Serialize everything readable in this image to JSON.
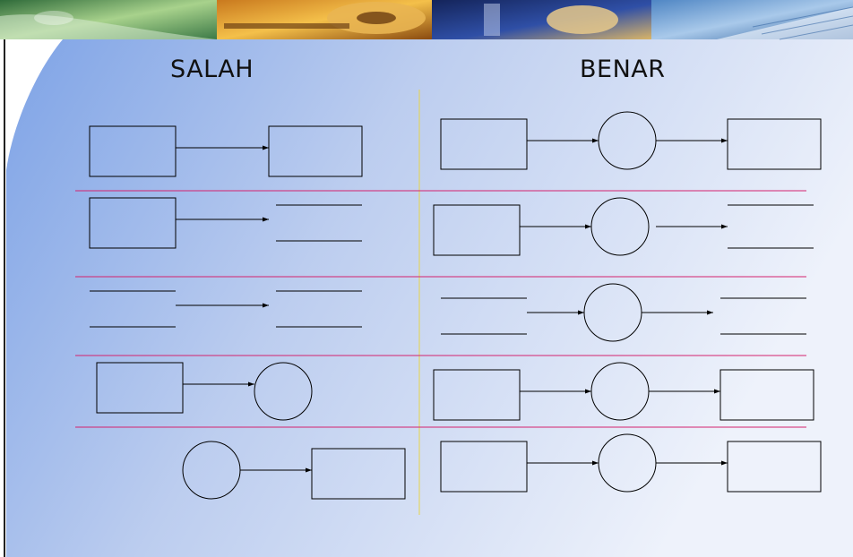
{
  "headings": {
    "wrong": "SALAH",
    "right": "BENAR"
  },
  "banner": {
    "panels": [
      "desk-photo",
      "disk-drive-photo",
      "office-worker-photo",
      "keyboard-photo"
    ]
  },
  "colors": {
    "background_gradient_start": "#7ea3e6",
    "background_gradient_end": "#eef2fb",
    "row_divider": "#d4226e",
    "column_divider": "#e6d44a",
    "stroke": "#000000",
    "shape_fill": "none"
  },
  "rows": [
    {
      "wrong": [
        "process-box",
        "arrow",
        "process-box"
      ],
      "right": [
        "process-box",
        "arrow",
        "process-circle",
        "arrow",
        "process-box"
      ]
    },
    {
      "wrong": [
        "process-box",
        "arrow",
        "data-store"
      ],
      "right": [
        "process-box",
        "arrow",
        "process-circle",
        "arrow",
        "data-store"
      ]
    },
    {
      "wrong": [
        "data-store",
        "arrow",
        "data-store"
      ],
      "right": [
        "data-store",
        "arrow",
        "process-circle",
        "arrow",
        "data-store"
      ]
    },
    {
      "wrong": [
        "process-box",
        "arrow",
        "process-circle"
      ],
      "right": [
        "process-box",
        "arrow",
        "process-circle",
        "arrow",
        "process-box"
      ]
    },
    {
      "wrong": [
        "process-circle",
        "arrow",
        "process-box"
      ],
      "right": [
        "process-box",
        "arrow",
        "process-circle",
        "arrow",
        "process-box"
      ]
    }
  ]
}
